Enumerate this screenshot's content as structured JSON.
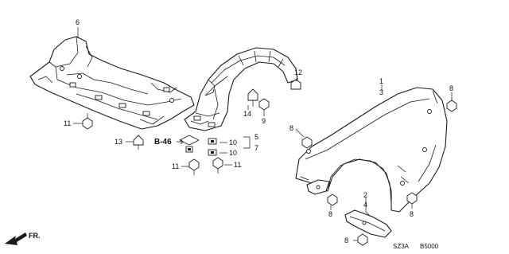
{
  "diagram": {
    "callouts": {
      "c6": "6",
      "c11a": "11",
      "c13": "13",
      "c11b": "11",
      "c11c": "11",
      "c10a": "10",
      "c10b": "10",
      "c5": "5",
      "c7": "7",
      "c14": "14",
      "c9": "9",
      "c12": "12",
      "c1": "1",
      "c3": "3",
      "c8a": "8",
      "c8b": "8",
      "c8c": "8",
      "c8d": "8",
      "c8e": "8",
      "c2": "2",
      "c4": "4"
    },
    "ref_label": "B-46",
    "front_label": "FR.",
    "code_left": "SZ3A",
    "code_right": "B5000"
  }
}
